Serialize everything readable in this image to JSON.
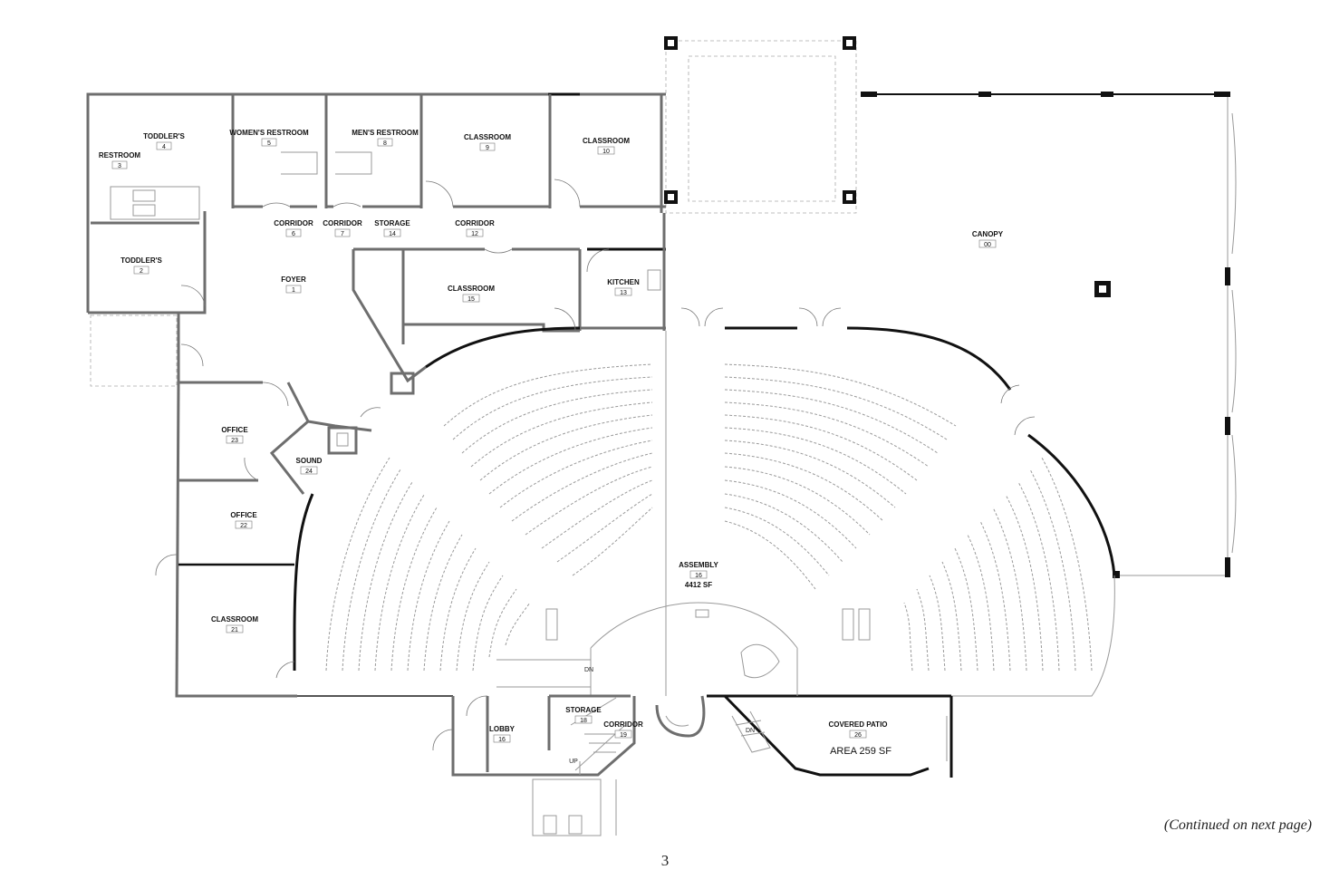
{
  "rooms": [
    {
      "id": "restroom-3",
      "label": "RESTROOM",
      "number": "3"
    },
    {
      "id": "toddlers-4",
      "label": "TODDLER'S",
      "number": "4"
    },
    {
      "id": "womens-restroom-5",
      "label": "WOMEN'S RESTROOM",
      "number": "5"
    },
    {
      "id": "mens-restroom-8",
      "label": "MEN'S RESTROOM",
      "number": "8"
    },
    {
      "id": "classroom-9",
      "label": "CLASSROOM",
      "number": "9"
    },
    {
      "id": "classroom-10",
      "label": "CLASSROOM",
      "number": "10"
    },
    {
      "id": "toddlers-2",
      "label": "TODDLER'S",
      "number": "2"
    },
    {
      "id": "corridor-6",
      "label": "CORRIDOR",
      "number": "6"
    },
    {
      "id": "corridor-7",
      "label": "CORRIDOR",
      "number": "7"
    },
    {
      "id": "storage-14",
      "label": "STORAGE",
      "number": "14"
    },
    {
      "id": "corridor-12",
      "label": "CORRIDOR",
      "number": "12"
    },
    {
      "id": "foyer-1",
      "label": "FOYER",
      "number": "1"
    },
    {
      "id": "classroom-15",
      "label": "CLASSROOM",
      "number": "15"
    },
    {
      "id": "kitchen-13",
      "label": "KITCHEN",
      "number": "13"
    },
    {
      "id": "canopy-00",
      "label": "CANOPY",
      "number": "00"
    },
    {
      "id": "office-23",
      "label": "OFFICE",
      "number": "23"
    },
    {
      "id": "sound-24",
      "label": "SOUND",
      "number": "24"
    },
    {
      "id": "office-22",
      "label": "OFFICE",
      "number": "22"
    },
    {
      "id": "classroom-21",
      "label": "CLASSROOM",
      "number": "21"
    },
    {
      "id": "assembly-16",
      "label": "ASSEMBLY",
      "number": "16",
      "area": "4412 SF"
    },
    {
      "id": "lobby-16",
      "label": "LOBBY",
      "number": "16"
    },
    {
      "id": "storage-18",
      "label": "STORAGE",
      "number": "18"
    },
    {
      "id": "corridor-19",
      "label": "CORRIDOR",
      "number": "19"
    },
    {
      "id": "covered-patio-26",
      "label": "COVERED PATIO",
      "number": "26",
      "area": "AREA 259 SF"
    }
  ],
  "stair_labels": {
    "dn_stage": "DN",
    "up_lobby": "UP",
    "dn_patio": "DN"
  },
  "footer": {
    "continued": "(Continued on next page)",
    "page_number": "3"
  }
}
